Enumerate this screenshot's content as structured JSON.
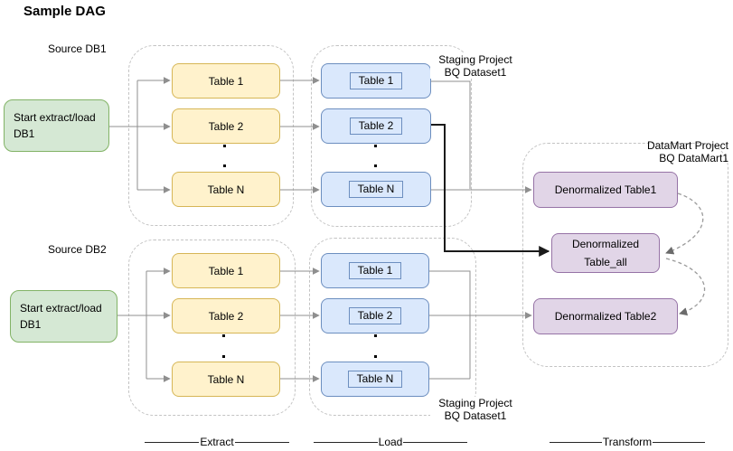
{
  "title": "Sample DAG",
  "glyphs": {
    "dot": "."
  },
  "rows": [
    {
      "source_label": "Source DB1",
      "start": {
        "line1": "Start extract/load",
        "line2": "DB1"
      },
      "extract_tables": [
        "Table 1",
        "Table 2",
        "Table N"
      ],
      "load_tables": [
        "Table 1",
        "Table 2",
        "Table N"
      ],
      "staging": {
        "line1": "Staging Project",
        "line2": "BQ Dataset1"
      }
    },
    {
      "source_label": "Source DB2",
      "start": {
        "line1": "Start extract/load",
        "line2": "DB1"
      },
      "extract_tables": [
        "Table 1",
        "Table 2",
        "Table N"
      ],
      "load_tables": [
        "Table 1",
        "Table 2",
        "Table N"
      ],
      "staging": {
        "line1": "Staging Project",
        "line2": "BQ Dataset1"
      }
    }
  ],
  "datamart": {
    "label": {
      "line1": "DataMart Project",
      "line2": "BQ DataMart1"
    },
    "table1": "Denormalized Table1",
    "table_all": {
      "line1": "Denormalized",
      "line2": "Table_all"
    },
    "table2": "Denormalized Table2"
  },
  "stages": {
    "extract": "Extract",
    "load": "Load",
    "transform": "Transform"
  },
  "colors": {
    "green_fill": "#D5E8D4",
    "green_stroke": "#82B366",
    "yellow_fill": "#FFF2CC",
    "yellow_stroke": "#D6B656",
    "blue_fill": "#DAE8FC",
    "blue_stroke": "#6C8EBF",
    "purple_fill": "#E1D5E7",
    "purple_stroke": "#9673A6",
    "connector_gray": "#8f8f8f",
    "connector_black": "#1a1a1a"
  }
}
